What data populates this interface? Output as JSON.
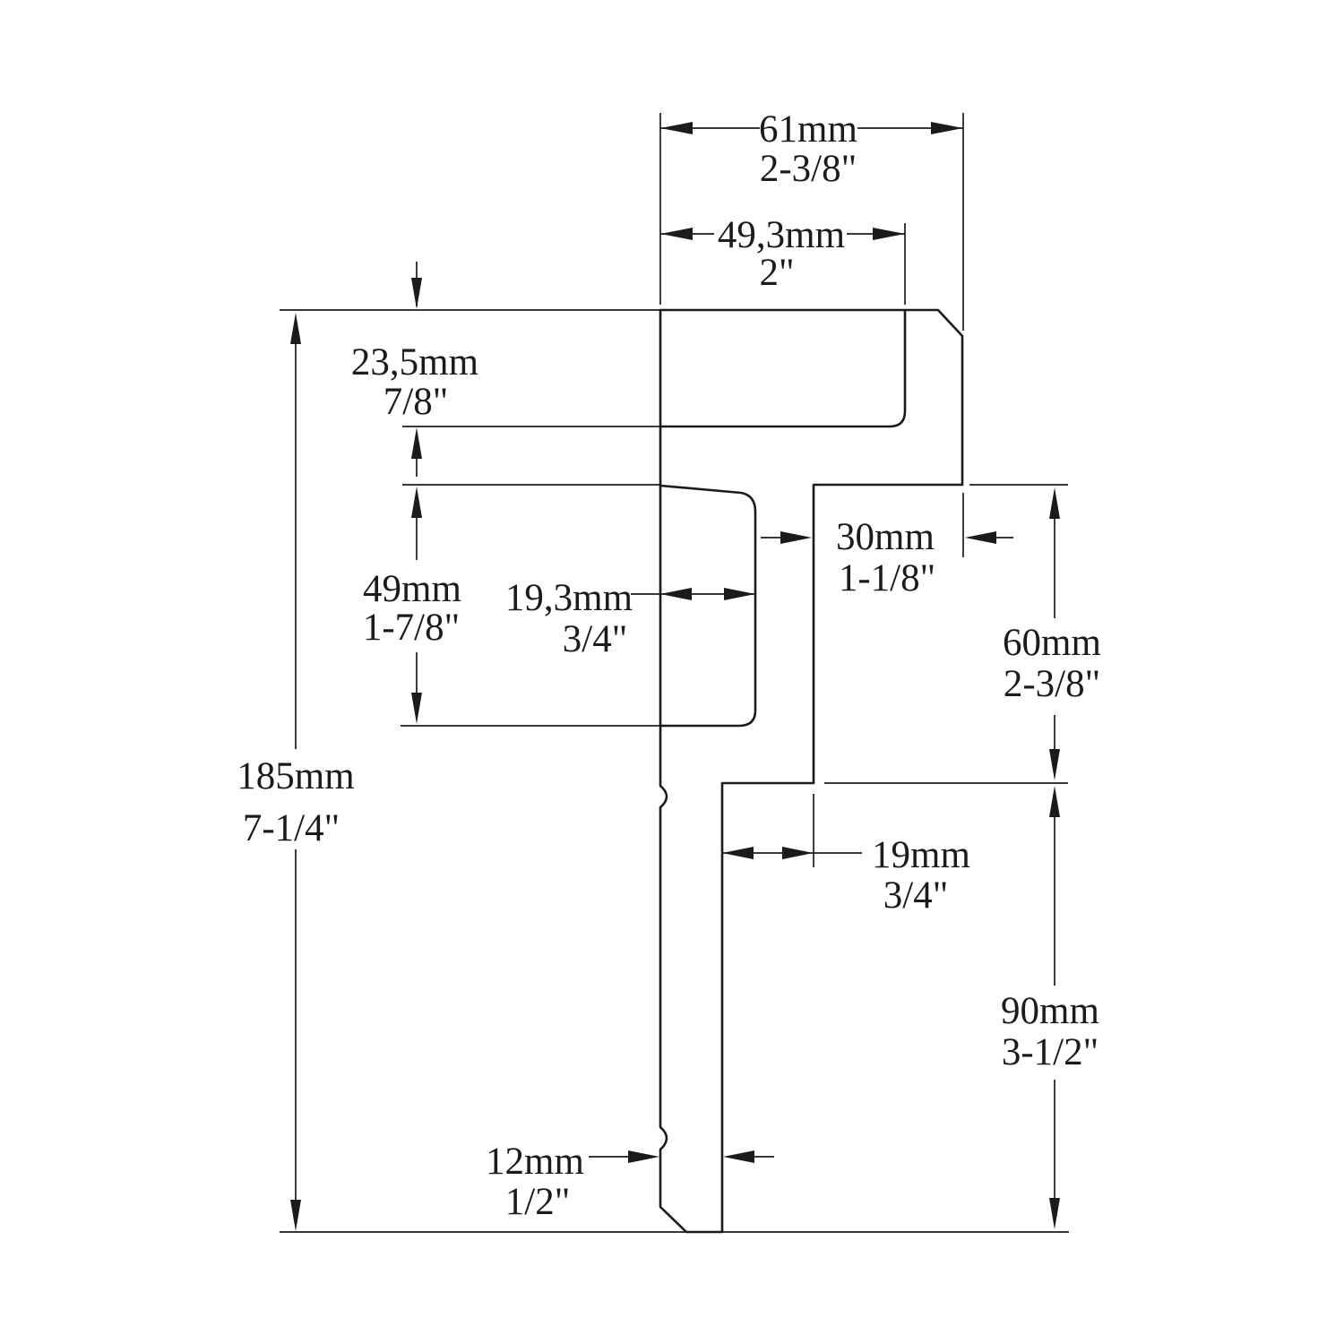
{
  "drawing": {
    "background_color": "#ffffff",
    "line_color": "#1b1b1b",
    "dimensions": {
      "overall_width": {
        "metric": "61mm",
        "imperial": "2-3/8\""
      },
      "rebate_width": {
        "metric": "49,3mm",
        "imperial": "2\""
      },
      "head_thickness": {
        "metric": "23,5mm",
        "imperial": "7/8\""
      },
      "stop_height": {
        "metric": "49mm",
        "imperial": "1-7/8\""
      },
      "stop_depth": {
        "metric": "19,3mm",
        "imperial": "3/4\""
      },
      "frame_depth": {
        "metric": "30mm",
        "imperial": "1-1/8\""
      },
      "upper_section_height": {
        "metric": "60mm",
        "imperial": "2-3/8\""
      },
      "overall_height": {
        "metric": "185mm",
        "imperial": "7-1/4\""
      },
      "step_depth": {
        "metric": "19mm",
        "imperial": "3/4\""
      },
      "lower_section_height": {
        "metric": "90mm",
        "imperial": "3-1/2\""
      },
      "panel_thickness": {
        "metric": "12mm",
        "imperial": "1/2\""
      }
    }
  }
}
